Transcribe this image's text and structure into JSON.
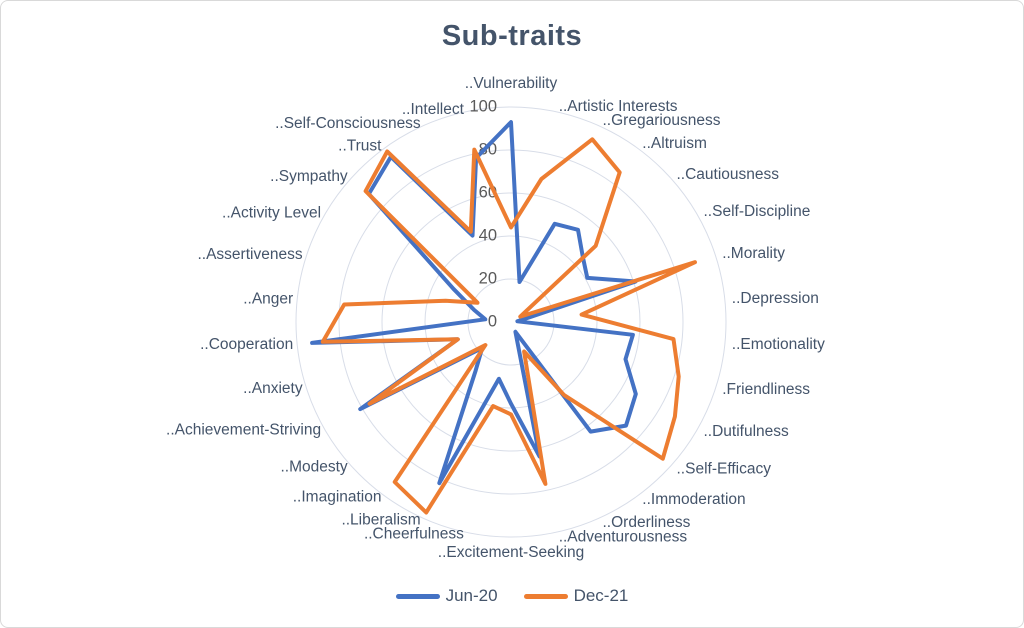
{
  "title": "Sub-traits",
  "colors": {
    "title_text": "#44546A",
    "category_label": "#44546A",
    "tick_label": "#595959",
    "gridline": "#D8DDE8",
    "frame_border": "#D9D9D9",
    "background": "#FFFFFF",
    "series_jun20": "#4472C4",
    "series_dec21": "#ED7D31"
  },
  "chart_data": {
    "type": "radar",
    "title": "Sub-traits",
    "grid": true,
    "legend_position": "bottom",
    "axis": {
      "min": 0,
      "max": 100,
      "step": 20,
      "tick_labels": [
        "0",
        "20",
        "40",
        "60",
        "80",
        "100"
      ]
    },
    "categories": [
      "..Vulnerability",
      "..Artistic Interests",
      "..Gregariousness",
      "..Altruism",
      "..Cautiousness",
      "..Self-Discipline",
      "..Morality",
      "..Depression",
      "..Emotionality",
      ".Friendliness",
      "..Dutifulness",
      "..Self-Efficacy",
      "..Immoderation",
      "..Orderliness",
      "..Adventurousness",
      "..Excitement-Seeking",
      "..Cheerfulness",
      "..Liberalism",
      "..Imagination",
      "..Modesty",
      "..Achievement-Striving",
      "..Anxiety",
      "..Cooperation",
      "..Anger",
      "..Assertiveness",
      "..Activity Level",
      "..Sympathy",
      "..Trust",
      "..Self-Consciousness",
      "..Intellect"
    ],
    "series": [
      {
        "name": "Jun-20",
        "color": "#4472C4",
        "values": [
          93,
          19,
          50,
          53,
          45,
          41,
          61,
          3,
          57,
          56,
          67,
          72,
          63,
          5,
          64,
          38,
          27,
          82,
          28,
          18,
          81,
          26,
          93,
          12,
          18,
          31,
          89,
          95,
          44,
          78
        ]
      },
      {
        "name": "Dec-21",
        "color": "#ED7D31",
        "values": [
          44,
          68,
          93,
          86,
          53,
          5,
          90,
          33,
          76,
          82,
          88,
          95,
          42,
          15,
          77,
          43,
          40,
          97,
          92,
          16,
          76,
          26,
          88,
          78,
          32,
          18,
          91,
          98,
          46,
          82
        ]
      }
    ]
  }
}
